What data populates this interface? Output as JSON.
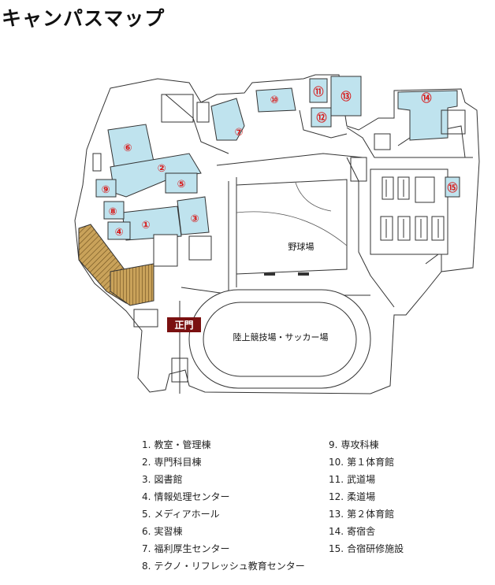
{
  "title": "キャンパスマップ",
  "map": {
    "gate_label": "正門",
    "baseball_label": "野球場",
    "track_label": "陸上競技場・サッカー場",
    "markers": [
      "①",
      "②",
      "③",
      "④",
      "⑤",
      "⑥",
      "⑦",
      "⑧",
      "⑨",
      "⑩",
      "⑪",
      "⑫",
      "⑬",
      "⑭",
      "⑮"
    ]
  },
  "legend": [
    {
      "num": "1.",
      "label": "教室・管理棟"
    },
    {
      "num": "2.",
      "label": "専門科目棟"
    },
    {
      "num": "3.",
      "label": "図書館"
    },
    {
      "num": "4.",
      "label": "情報処理センター"
    },
    {
      "num": "5.",
      "label": "メディアホール"
    },
    {
      "num": "6.",
      "label": "実習棟"
    },
    {
      "num": "7.",
      "label": "福利厚生センター"
    },
    {
      "num": "8.",
      "label": "テクノ・リフレッシュ教育センター"
    },
    {
      "num": "9.",
      "label": "専攻科棟"
    },
    {
      "num": "10.",
      "label": "第１体育館"
    },
    {
      "num": "11.",
      "label": "武道場"
    },
    {
      "num": "12.",
      "label": "柔道場"
    },
    {
      "num": "13.",
      "label": "第２体育館"
    },
    {
      "num": "14.",
      "label": "寄宿舎"
    },
    {
      "num": "15.",
      "label": "合宿研修施設"
    }
  ],
  "colors": {
    "building": "#bfe3ee",
    "outline": "#333333",
    "marker": "#d81818",
    "gate": "#7a1010",
    "parking": "#c9a25a"
  }
}
